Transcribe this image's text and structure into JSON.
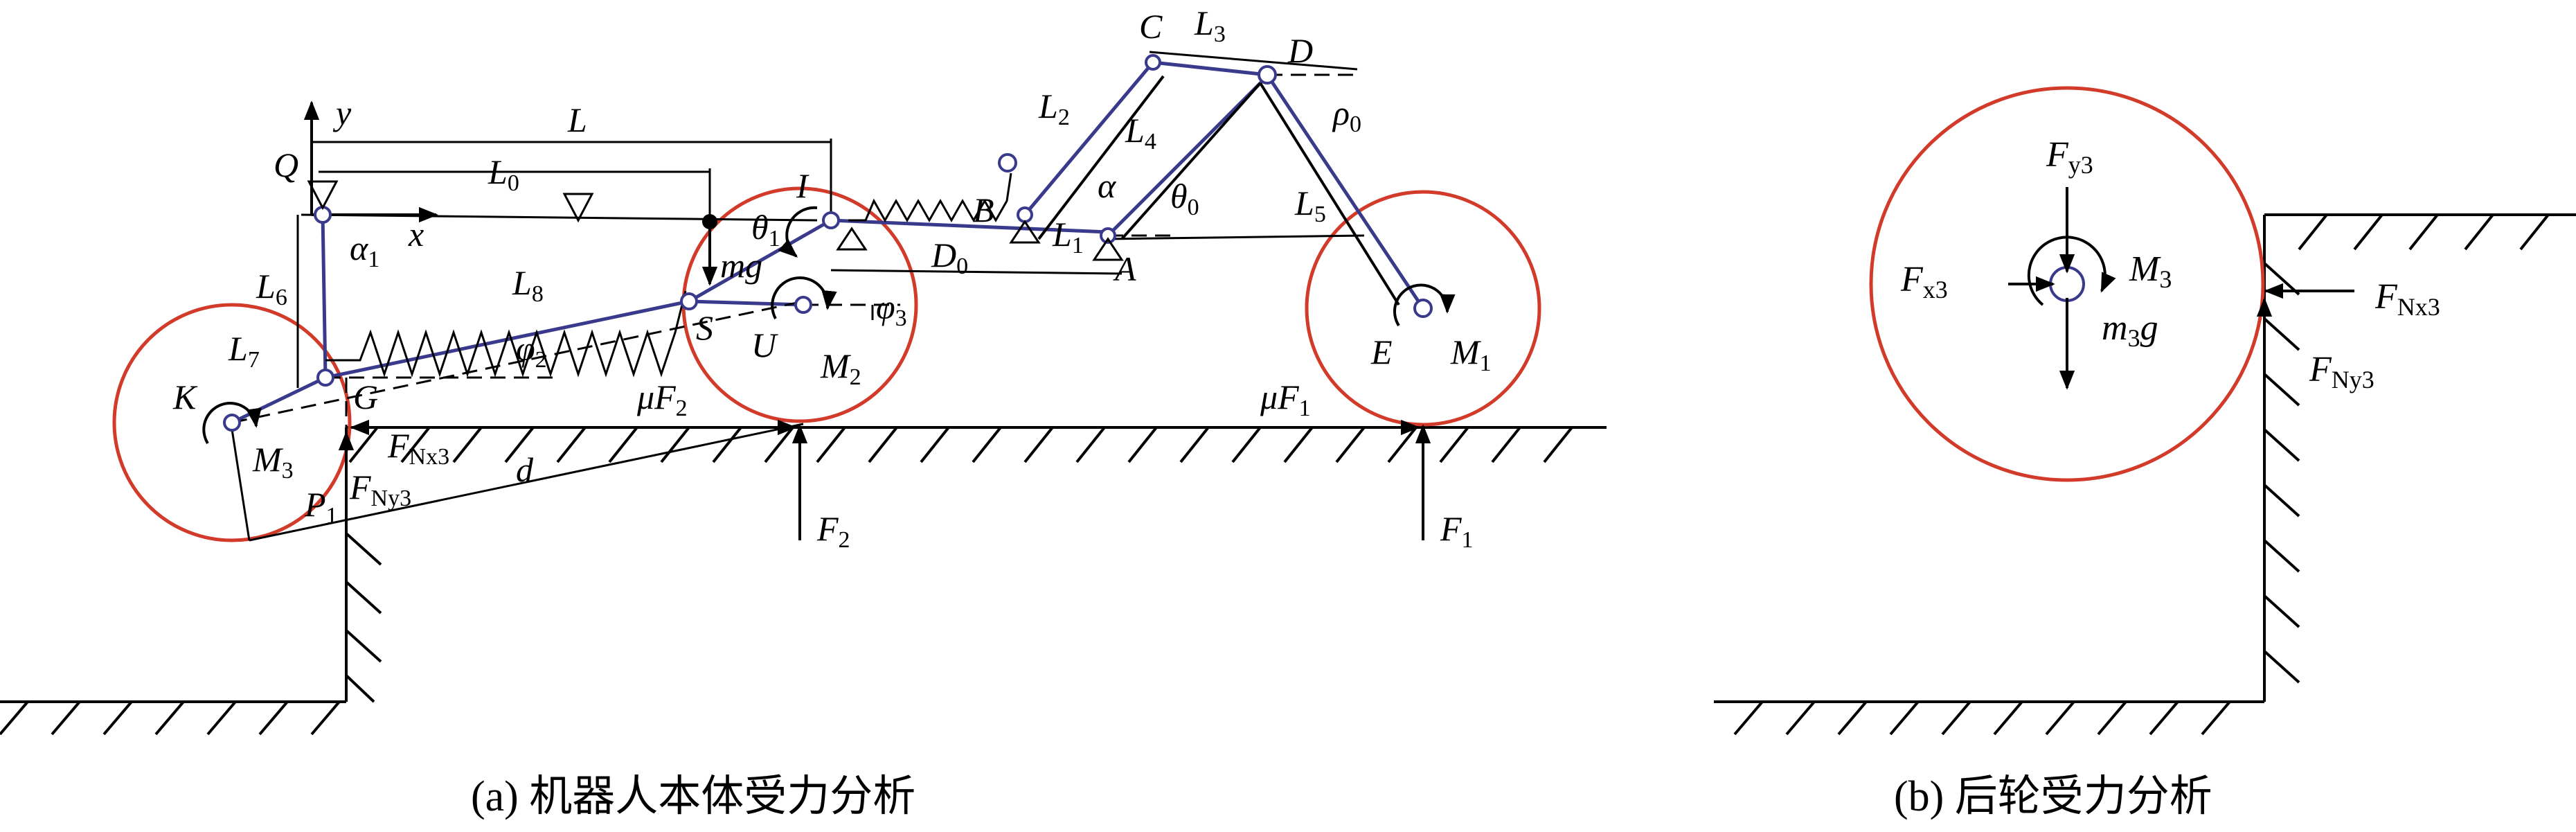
{
  "captions": {
    "a": "(a) 机器人本体受力分析",
    "b": "(b) 后轮受力分析"
  },
  "colors": {
    "wheel": "#d23a2a",
    "link": "#3a3a8c",
    "ink": "#000000"
  },
  "labels_a": {
    "y": "y",
    "x": "x",
    "L": "L",
    "L0": "L",
    "L0_sub": "0",
    "Q": "Q",
    "alpha1": "α",
    "alpha1_sub": "1",
    "L6": "L",
    "L6_sub": "6",
    "L7": "L",
    "L7_sub": "7",
    "L8": "L",
    "L8_sub": "8",
    "K": "K",
    "G": "G",
    "M3": "M",
    "M3_sub": "3",
    "FNx3": "F",
    "FNx3_sub": "Nx3",
    "FNy3": "F",
    "FNy3_sub": "Ny3",
    "P": "P",
    "P_sub": "1",
    "d": "d",
    "phi2": "φ",
    "phi2_sub": "2",
    "S": "S",
    "U": "U",
    "M2": "M",
    "M2_sub": "2",
    "mg": "mg",
    "theta1": "θ",
    "theta1_sub": "1",
    "I": "I",
    "phi3": "φ",
    "phi3_sub": "3",
    "muF2": "μF",
    "muF2_sub": "2",
    "F2": "F",
    "F2_sub": "2",
    "D0": "D",
    "D0_sub": "0",
    "B": "B",
    "L1": "L",
    "L1_sub": "1",
    "A": "A",
    "alpha": "α",
    "theta0": "θ",
    "theta0_sub": "0",
    "C": "C",
    "D": "D",
    "L2": "L",
    "L2_sub": "2",
    "L3": "L",
    "L3_sub": "3",
    "L4": "L",
    "L4_sub": "4",
    "L5": "L",
    "L5_sub": "5",
    "rho0": "ρ",
    "rho0_sub": "0",
    "E": "E",
    "M1": "M",
    "M1_sub": "1",
    "muF1": "μF",
    "muF1_sub": "1",
    "F1": "F",
    "F1_sub": "1"
  },
  "labels_b": {
    "Fy3": "F",
    "Fy3_sub": "y3",
    "Fx3": "F",
    "Fx3_sub": "x3",
    "M3": "M",
    "M3_sub": "3",
    "m3g": "m",
    "m3g_sub": "3",
    "m3g_tail": "g",
    "FNx3": "F",
    "FNx3_sub": "Nx3",
    "FNy3": "F",
    "FNy3_sub": "Ny3"
  }
}
